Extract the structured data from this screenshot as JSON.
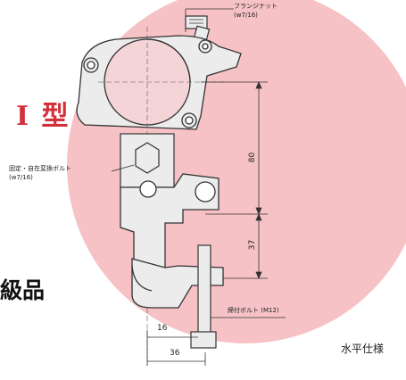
{
  "title_red": "I 型",
  "product_suffix": "級品",
  "labels": {
    "flange_nut": "フランジナット",
    "flange_nut_spec": "(w7/16)",
    "fixed_swivel_bolt": "固定・自在変換ボルト",
    "fixed_swivel_bolt_spec": "(w7/16)",
    "tightening_bolt": "締付ボルト (M12)"
  },
  "dimensions": {
    "d80": "80",
    "d37": "37",
    "d16": "16",
    "d36": "36"
  },
  "footer": "水平仕様",
  "colors": {
    "circle": "#f6c2c6",
    "title_red": "#d3303a",
    "stroke": "#333333",
    "metal": "#ececec"
  }
}
